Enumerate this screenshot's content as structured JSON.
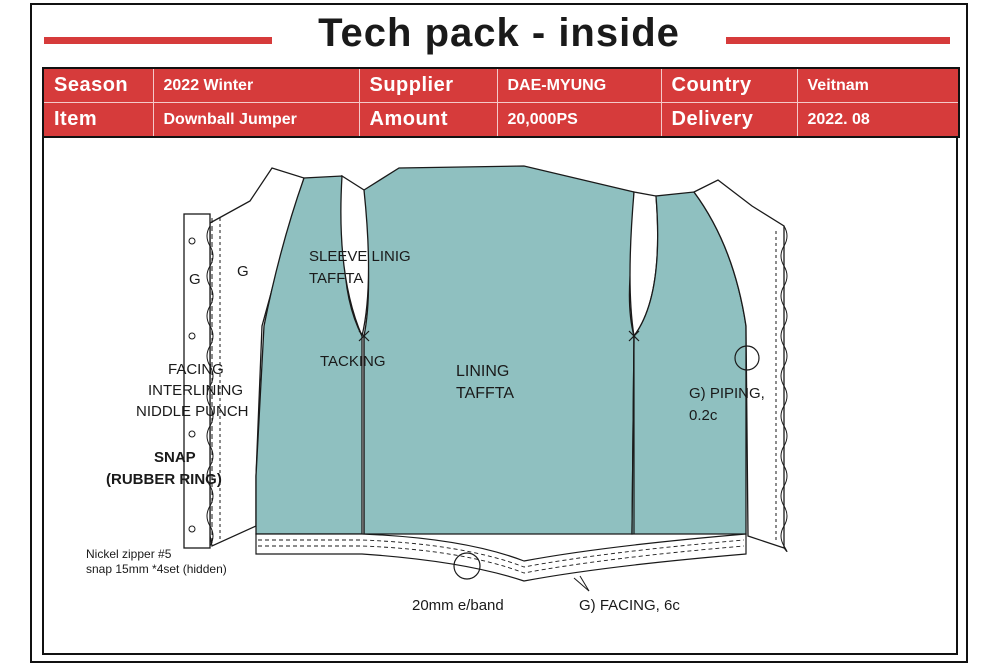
{
  "title": "Tech pack - inside",
  "colors": {
    "accent_red": "#d63b3b",
    "lining_teal": "#8fc0c0",
    "line": "#1a1a1a"
  },
  "info": {
    "season_label": "Season",
    "season_value": "2022 Winter",
    "supplier_label": "Supplier",
    "supplier_value": "DAE-MYUNG",
    "country_label": "Country",
    "country_value": "Veitnam",
    "item_label": "Item",
    "item_value": "Downball Jumper",
    "amount_label": "Amount",
    "amount_value": "20,000PS",
    "delivery_label": "Delivery",
    "delivery_value": "2022. 08"
  },
  "callouts": {
    "sleeve_lining_1": "SLEEVE LINIG",
    "sleeve_lining_2": "TAFFTA",
    "tacking": "TACKING",
    "lining_1": "LINING",
    "lining_2": "TAFFTA",
    "facing_1": "FACING",
    "facing_2": "INTERLINING",
    "facing_3": "NIDDLE PUNCH",
    "snap_1": "SNAP",
    "snap_2": "(RUBBER RING)",
    "piping_1": "G) PIPING,",
    "piping_2": "0.2c",
    "zipper_1": "Nickel zipper #5",
    "zipper_2": "snap 15mm *4set (hidden)",
    "eband": "20mm e/band",
    "facing_bottom": "G) FACING, 6c",
    "g_left": "G",
    "g_inner": "G"
  }
}
